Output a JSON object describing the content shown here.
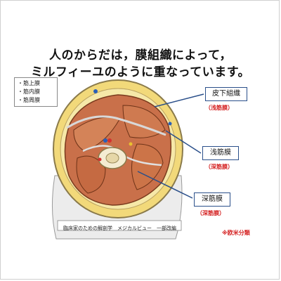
{
  "headline": {
    "line1": "人のからだは，膜組織によって，",
    "line2": "ミルフィーユのように重なっています。"
  },
  "legend": {
    "items": [
      "・筋上膜",
      "・筋内膜",
      "・筋周膜"
    ]
  },
  "labels": [
    {
      "main": "皮下組織",
      "sub": "（浅筋膜）"
    },
    {
      "main": "浅筋膜",
      "sub": "（深筋膜）"
    },
    {
      "main": "深筋膜",
      "sub": "（深筋膜）"
    }
  ],
  "caption": "臨床家のための解剖学　メジカルビュー　一部改編",
  "note": "※欧米分類",
  "colors": {
    "label_border": "#2a4f8a",
    "red_text": "#d42020",
    "fat_yellow": "#f2d97a",
    "muscle": "#c9704a"
  }
}
